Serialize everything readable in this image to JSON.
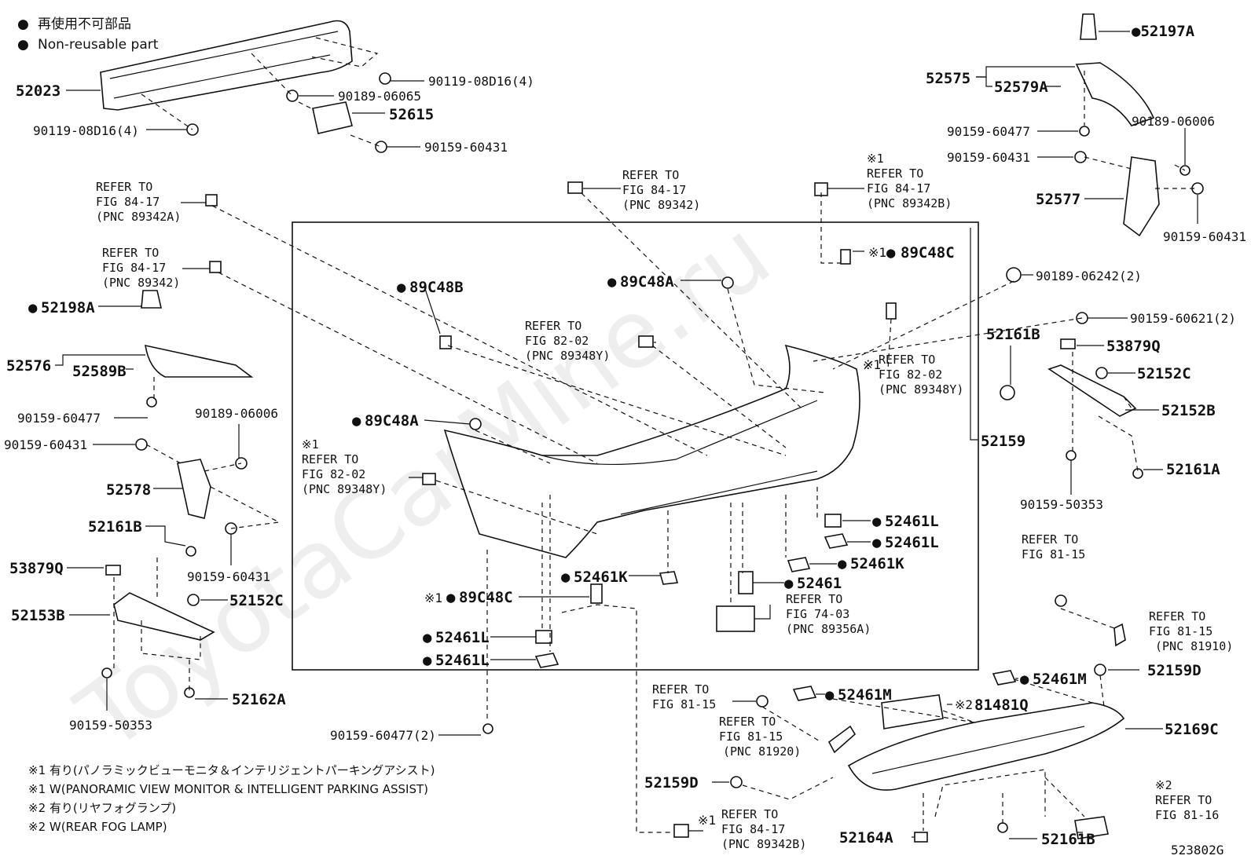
{
  "legend": {
    "symbol": "●",
    "jp": "再使用不可部品",
    "en": "Non-reusable part"
  },
  "watermark": "ToyotaCarMine.ru",
  "diagram_code": "523802G",
  "footnotes": [
    "※1 有り(パノラミックビューモニタ＆インテリジェントパーキングアシスト)",
    "※1 W(PANORAMIC VIEW MONITOR & INTELLIGENT PARKING ASSIST)",
    "※2 有り(リヤフォグランプ)",
    "※2 W(REAR FOG LAMP)"
  ],
  "parts": {
    "p52023": "52023",
    "p90119_a": "90119-08D16(4)",
    "p90119_b": "90119-08D16(4)",
    "p90189_06065": "90189-06065",
    "p52615": "52615",
    "p90159_60431_a": "90159-60431",
    "p52197A": "52197A",
    "p52575": "52575",
    "p52579A": "52579A",
    "p90159_60477_r": "90159-60477",
    "p90189_06006_r": "90189-06006",
    "p90159_60431_r1": "90159-60431",
    "p52577": "52577",
    "p90159_60431_r2": "90159-60431",
    "p89C48C_r": "89C48C",
    "p90189_06242": "90189-06242(2)",
    "p90159_60621": "90159-60621(2)",
    "p52161B_r": "52161B",
    "p53879Q_r": "53879Q",
    "p52152C_r": "52152C",
    "p52152B": "52152B",
    "p52159": "52159",
    "p52161A": "52161A",
    "p90159_50353_r": "90159-50353",
    "p52198A": "52198A",
    "p52576": "52576",
    "p52589B": "52589B",
    "p90159_60477_l": "90159-60477",
    "p90189_06006_l": "90189-06006",
    "p90159_60431_l1": "90159-60431",
    "p52578": "52578",
    "p52161B_l": "52161B",
    "p90159_60431_l2": "90159-60431",
    "p53879Q_l": "53879Q",
    "p52152C_l": "52152C",
    "p52153B": "52153B",
    "p52162A": "52162A",
    "p90159_50353_l": "90159-50353",
    "p89C48B": "89C48B",
    "p89C48A_1": "89C48A",
    "p89C48A_2": "89C48A",
    "p52461L_1": "52461L",
    "p52461L_2": "52461L",
    "p52461K_1": "52461K",
    "p52461": "52461",
    "p52461K_2": "52461K",
    "p89C48C_m": "89C48C",
    "p52461L_3": "52461L",
    "p52461L_4": "52461L",
    "p90159_60477_2": "90159-60477(2)",
    "p52461M_1": "52461M",
    "p52461M_2": "52461M",
    "p52159D_1": "52159D",
    "p81481Q": "81481Q",
    "p52169C": "52169C",
    "p52159D_2": "52159D",
    "p52164A": "52164A",
    "p52161B_b": "52161B"
  },
  "refs": {
    "r1": [
      "REFER TO",
      "FIG 84-17",
      "(PNC 89342A)"
    ],
    "r2": [
      "REFER TO",
      "FIG 84-17",
      "(PNC 89342)"
    ],
    "r3": [
      "REFER TO",
      "FIG 84-17",
      "(PNC 89342)"
    ],
    "r4": [
      "※1",
      "REFER TO",
      "FIG 84-17",
      "(PNC 89342B)"
    ],
    "r5": [
      "REFER TO",
      "FIG 82-02",
      "(PNC 89348Y)"
    ],
    "r6": [
      "REFER TO",
      "FIG 82-02",
      "(PNC 89348Y)"
    ],
    "r7": [
      "※1",
      "REFER TO",
      "FIG 82-02",
      "(PNC 89348Y)"
    ],
    "r8": [
      "REFER TO",
      "FIG 74-03",
      "(PNC 89356A)"
    ],
    "r9": [
      "REFER TO",
      "FIG 81-15"
    ],
    "r10": [
      "REFER TO",
      "FIG 81-15",
      "(PNC 81910)"
    ],
    "r11": [
      "REFER TO",
      "FIG 81-15"
    ],
    "r12": [
      "REFER TO",
      "FIG 81-15",
      "(PNC 81920)"
    ],
    "r13": [
      "REFER TO",
      "FIG 84-17",
      "(PNC 89342B)"
    ],
    "r14": [
      "※2",
      "REFER TO",
      "FIG 81-16"
    ]
  },
  "marks": {
    "m1": "※1",
    "m2": "※1",
    "m3": "※1",
    "m4": "※2",
    "m5": "※1"
  }
}
